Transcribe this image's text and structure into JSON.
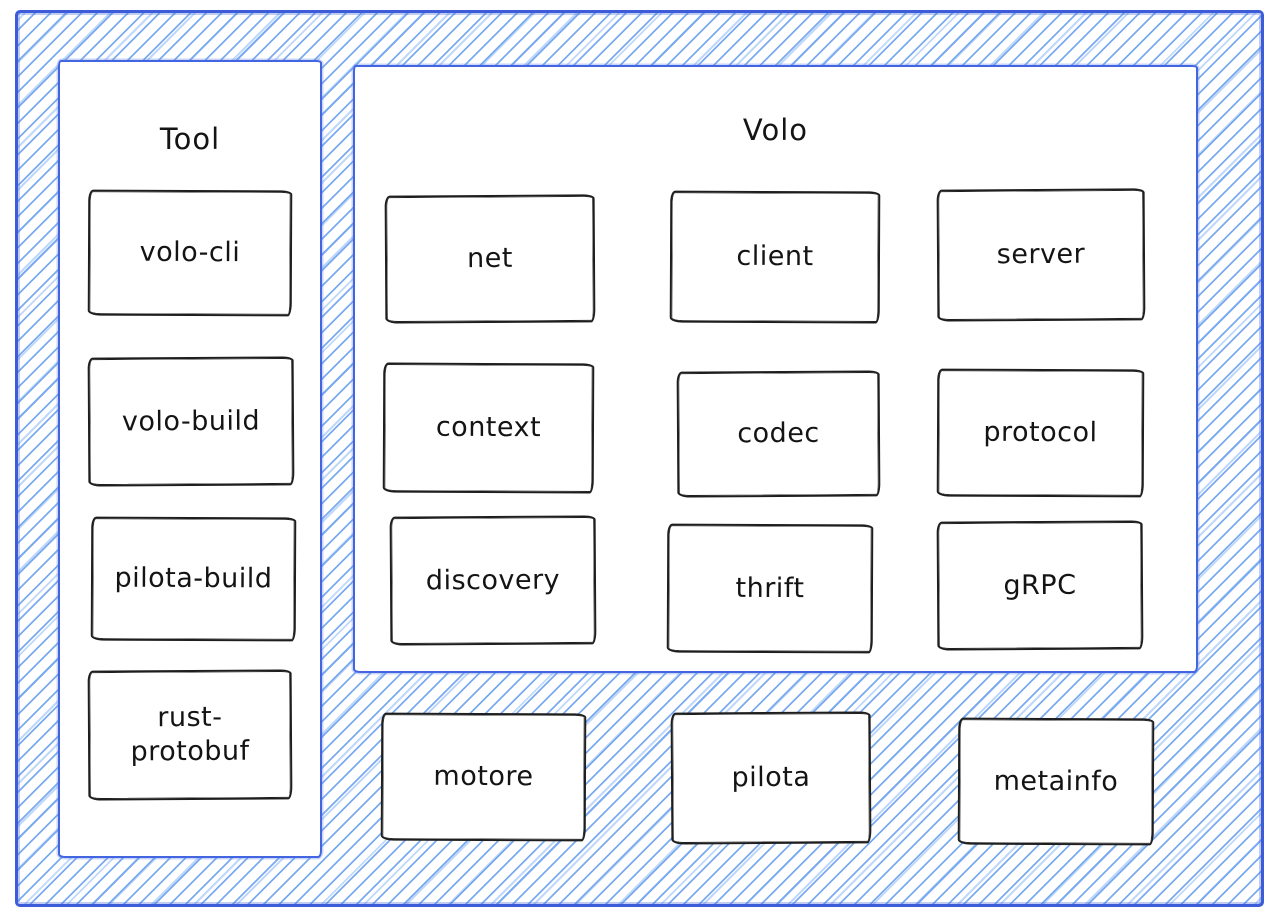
{
  "canvas": {
    "tool_section": {
      "title": "Tool",
      "boxes": [
        {
          "label": "volo-cli"
        },
        {
          "label": "volo-build"
        },
        {
          "label": "pilota-build"
        },
        {
          "label": "rust-protobuf"
        }
      ]
    },
    "volo_section": {
      "title": "Volo",
      "boxes": [
        {
          "label": "net"
        },
        {
          "label": "client"
        },
        {
          "label": "server"
        },
        {
          "label": "context"
        },
        {
          "label": "codec"
        },
        {
          "label": "protocol"
        },
        {
          "label": "discovery"
        },
        {
          "label": "thrift"
        },
        {
          "label": "gRPC"
        }
      ]
    },
    "standalone_boxes": [
      {
        "label": "motore"
      },
      {
        "label": "pilota"
      },
      {
        "label": "metainfo"
      }
    ],
    "colors": {
      "frame_border": "#3d5cd8",
      "hatch_line": "#74a7ee",
      "section_border": "#4465e0",
      "node_border": "#1e1e1e",
      "node_fill": "#ffffff",
      "text": "#1e1e1e"
    }
  }
}
